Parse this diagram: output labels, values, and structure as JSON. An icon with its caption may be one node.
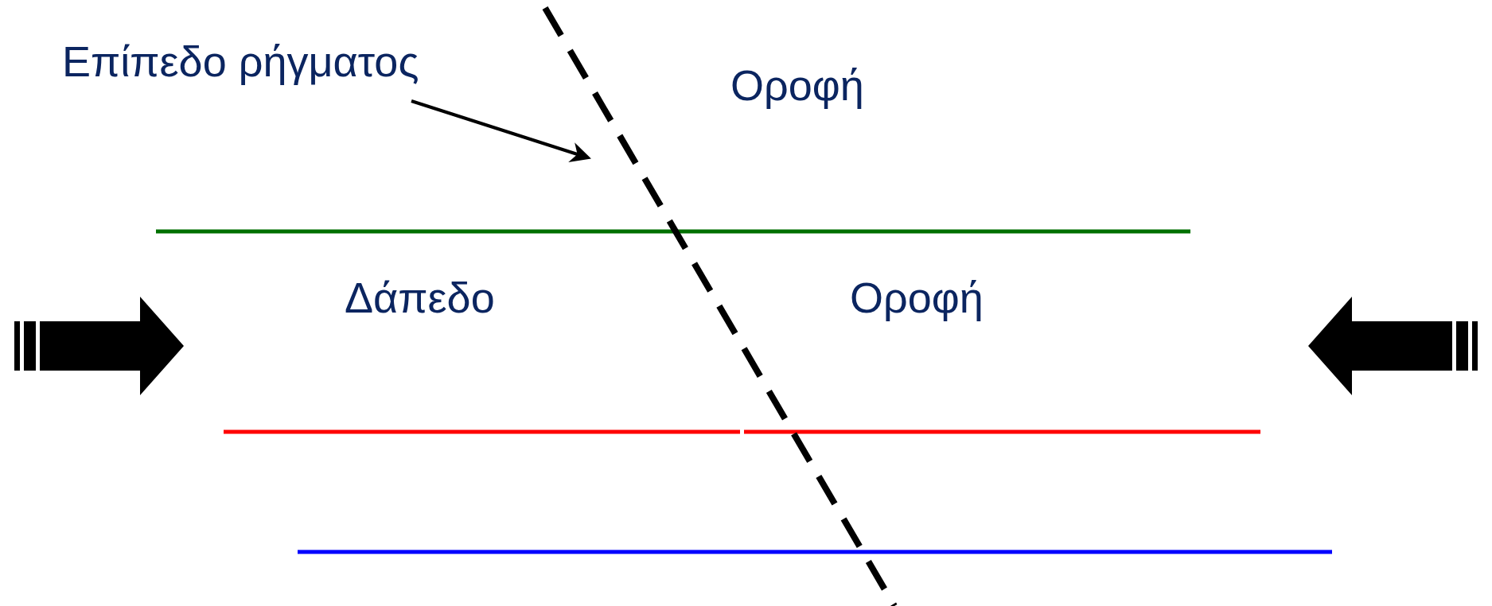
{
  "diagram": {
    "nodes": [
      {
        "text": [
          "Επίπεδο ρήγματος"
        ]
      },
      {
        "text": [],
        "shape": "line"
      }
    ],
    "edges": [
      {
        "from": 0,
        "to": 1,
        "arrow": "to"
      }
    ],
    "labels": [
      "Οροφή",
      "Δάπεδο",
      "Οροφή"
    ]
  }
}
